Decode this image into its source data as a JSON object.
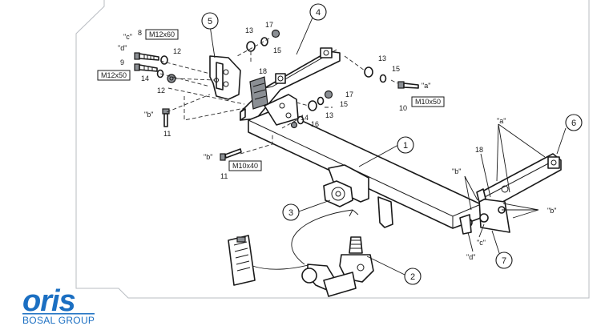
{
  "brand": {
    "logo": "oris",
    "tagline": "BOSAL GROUP",
    "color": "#1b6fc2"
  },
  "callouts": [
    "1",
    "2",
    "3",
    "4",
    "5",
    "6",
    "7"
  ],
  "part_numbers": {
    "p8": "8",
    "p9": "9",
    "p10": "10",
    "p11a": "11",
    "p11b": "11",
    "p12a": "12",
    "p12b": "12",
    "p13a": "13",
    "p13b": "13",
    "p13c": "13",
    "p14a": "14",
    "p14b": "14",
    "p15a": "15",
    "p15b": "15",
    "p15c": "15",
    "p16": "16",
    "p17a": "17",
    "p17b": "17",
    "p18a": "18",
    "p18b": "18"
  },
  "quote_labels": {
    "c_left": "\"c\"",
    "d_left": "\"d\"",
    "a_top": "\"a\"",
    "b_left": "\"b\"",
    "b_mid": "\"b\"",
    "a_right": "\"a\"",
    "b_right1": "\"b\"",
    "b_right2": "\"b\"",
    "c_right": "\"c\"",
    "d_right": "\"d\""
  },
  "bolt_specs": {
    "m12x60": "M12x60",
    "m12x50": "M12x50",
    "m10x50": "M10x50",
    "m10x40": "M10x40"
  }
}
